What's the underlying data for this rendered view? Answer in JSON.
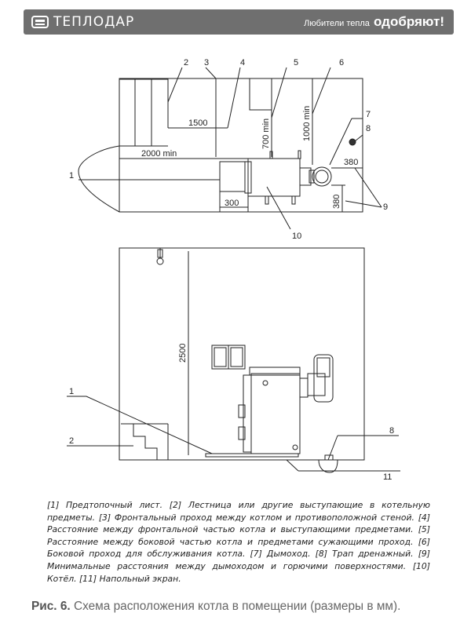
{
  "header": {
    "logo_text": "ТЕПЛОДАР",
    "slogan_prefix": "Любители тепла",
    "slogan_bold": "одобряют!"
  },
  "diagram": {
    "labels": {
      "n1": "1",
      "n2": "2",
      "n3": "3",
      "n4": "4",
      "n5": "5",
      "n6": "6",
      "n7": "7",
      "n8": "8",
      "n9": "9",
      "n10": "10",
      "n11": "11",
      "n1_bottom": "1",
      "n2_bottom": "2",
      "n8_bottom": "8"
    },
    "dimensions": {
      "d1500": "1500",
      "d2000": "2000 min",
      "d700": "700 min",
      "d1000": "1000 min",
      "d380_right": "380",
      "d380_down": "380",
      "d300": "300",
      "d2500": "2500"
    }
  },
  "legend": {
    "text": "[1] Предтопочный лист. [2] Лестница или другие выступающие в котельную предметы. [3] Фронтальный проход между котлом и противоположной стеной. [4] Расстояние между фронтальной частью котла и выступающими предметами. [5] Расстояние между боковой частью котла и предметами сужающими проход. [6] Боковой проход для обслуживания котла. [7] Дымоход. [8] Трап дренажный. [9] Минимальные расстояния между дымоходом и горючими поверхностями. [10] Котёл. [11] Напольный экран."
  },
  "caption": {
    "label": "Рис. 6.",
    "text": " Схема расположения котла в помещении (размеры в мм)."
  }
}
